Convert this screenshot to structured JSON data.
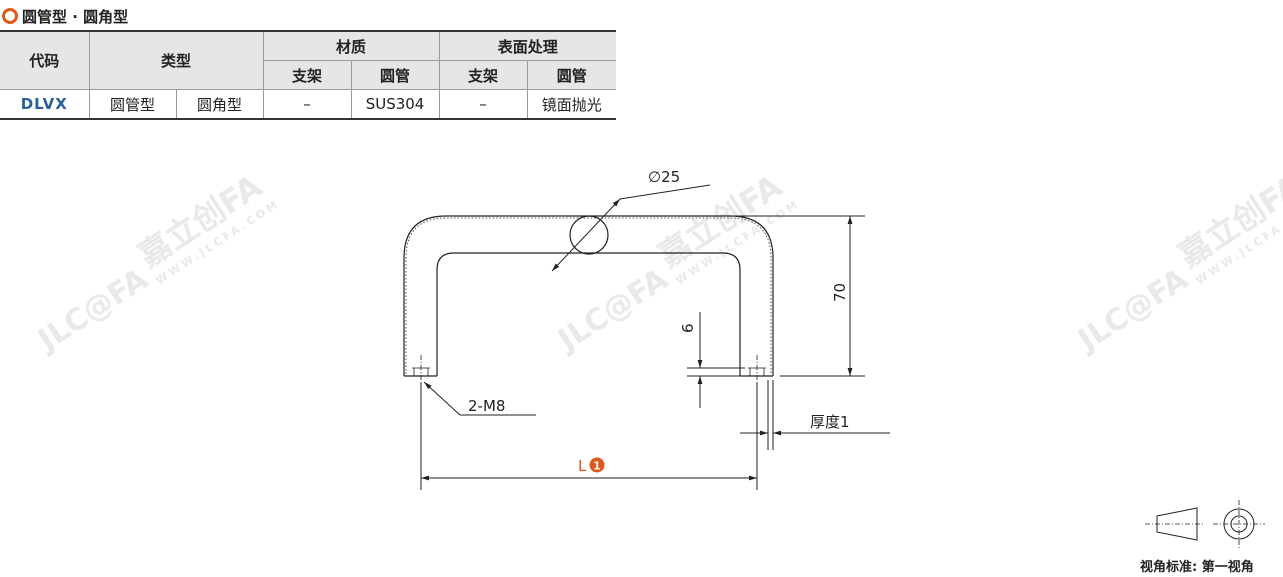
{
  "title": "圆管型 · 圆角型",
  "table": {
    "col_code": "代码",
    "col_type": "类型",
    "col_material": "材质",
    "col_surface": "表面处理",
    "sub_bracket_1": "支架",
    "sub_tube_1": "圆管",
    "sub_bracket_2": "支架",
    "sub_tube_2": "圆管",
    "row": {
      "code": "DLVX",
      "type1": "圆管型",
      "type2": "圆角型",
      "mat_bracket": "–",
      "mat_tube": "SUS304",
      "surf_bracket": "–",
      "surf_tube": "镜面抛光"
    }
  },
  "drawing": {
    "diameter_label": "∅25",
    "height_label": "70",
    "depth_label": "6",
    "thread_label": "2-M8",
    "thickness_label": "厚度1",
    "length_label": "L",
    "length_badge": "1",
    "watermark_text": "嘉立创FA",
    "watermark_url": "WWW.JLCFA.COM",
    "watermark_logo": "JLC@FA"
  },
  "colors": {
    "accent": "#e0561b",
    "code_blue": "#2a5f9e",
    "header_bg": "#e6e6e6"
  },
  "footer": "视角标准: 第一视角"
}
